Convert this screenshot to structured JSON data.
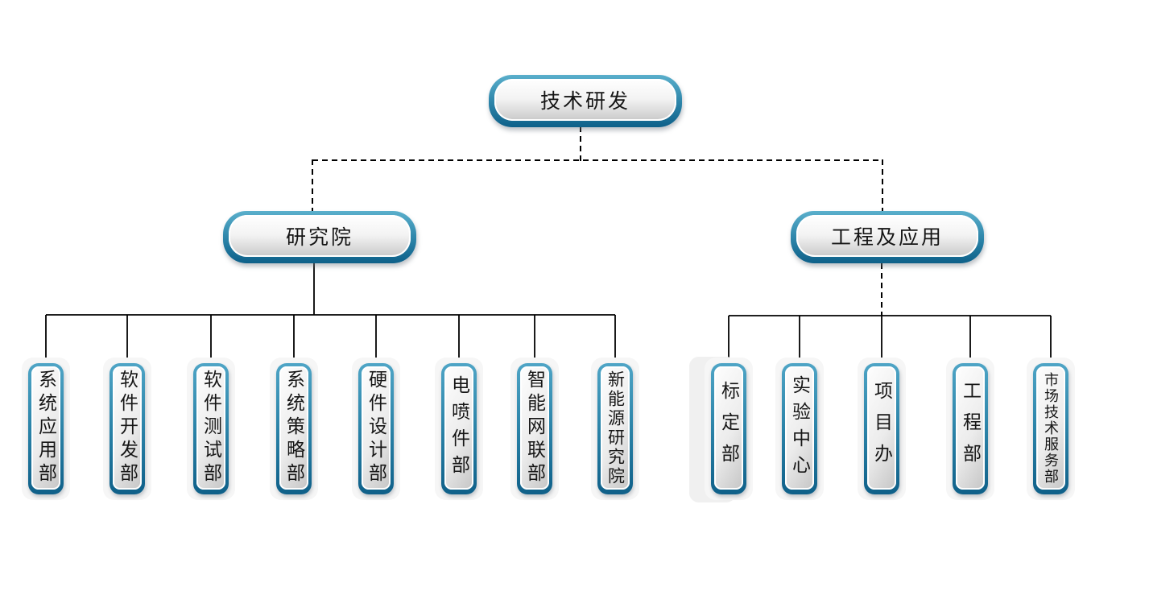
{
  "colors": {
    "node_border_blue": "#2B83A8",
    "node_fill_light": "#FDFDFD",
    "node_fill_dark": "#C6C6C6",
    "connector": "#000000",
    "halo_gray": "#F6F6F6"
  },
  "tree": {
    "root": {
      "label": "技术研发"
    },
    "branches": [
      {
        "label": "研究院",
        "children": [
          {
            "label": "系统应用部"
          },
          {
            "label": "软件开发部"
          },
          {
            "label": "软件测试部"
          },
          {
            "label": "系统策略部"
          },
          {
            "label": "硬件设计部"
          },
          {
            "label": "电喷件部"
          },
          {
            "label": "智能网联部"
          },
          {
            "label": "新能源研究院"
          }
        ]
      },
      {
        "label": "工程及应用",
        "children": [
          {
            "label": "标定部"
          },
          {
            "label": "实验中心"
          },
          {
            "label": "项目办"
          },
          {
            "label": "工程部"
          },
          {
            "label": "市场技术服务部"
          }
        ]
      }
    ]
  }
}
